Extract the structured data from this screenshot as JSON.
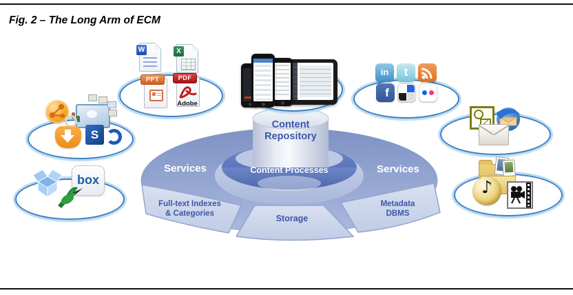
{
  "page": {
    "title": "Fig. 2 – The Long Arm of ECM"
  },
  "colors": {
    "ellipse-border": "#3f7fc1",
    "ellipse-glow": "#bcdcf2",
    "diagram-text": "#3b57a8",
    "band-blue": "#5570b8",
    "disc-blue": "#8ca0cf",
    "segment-blue": "#ccd7ec",
    "accent-orange": "#f59b20"
  },
  "hub": {
    "repository_line1": "Content",
    "repository_line2": "Repository",
    "processes_label": "Content Processes",
    "services_left_label": "Services",
    "services_right_label": "Services",
    "fulltext_line1": "Full-text Indexes",
    "fulltext_line2": "& Categories",
    "storage_label": "Storage",
    "metadata_line1": "Metadata",
    "metadata_line2": "DBMS"
  },
  "clusters": {
    "documents": {
      "word_label": "W",
      "excel_label": "X",
      "ppt_label": "PPT",
      "pdf_label": "PDF",
      "adobe_label": "Adobe",
      "icons": [
        "word-document-icon",
        "excel-document-icon",
        "powerpoint-file-icon",
        "pdf-file-icon"
      ]
    },
    "collaboration": {
      "sharepoint_label": "S",
      "icons": [
        "share-orb-icon",
        "site-diagram-icon",
        "download-arrow-icon",
        "sharepoint-icon"
      ]
    },
    "cloud_storage": {
      "box_label": "box",
      "icons": [
        "dropbox-icon",
        "hummingbird-icon",
        "box-icon"
      ]
    },
    "mobile": {
      "icons": [
        "smartphone-icon",
        "smartphone-icon",
        "smartphone-icon",
        "tablet-icon"
      ]
    },
    "social": {
      "linkedin_label": "in",
      "twitter_label": "t",
      "facebook_label": "f",
      "icons": [
        "linkedin-icon",
        "twitter-icon",
        "rss-icon",
        "facebook-icon",
        "delicious-icon",
        "flickr-icon"
      ]
    },
    "email": {
      "icons": [
        "outlook-icon",
        "thunderbird-icon",
        "envelope-icon"
      ]
    },
    "media": {
      "icons": [
        "photo-folder-icon",
        "music-icon",
        "video-icon"
      ]
    }
  }
}
